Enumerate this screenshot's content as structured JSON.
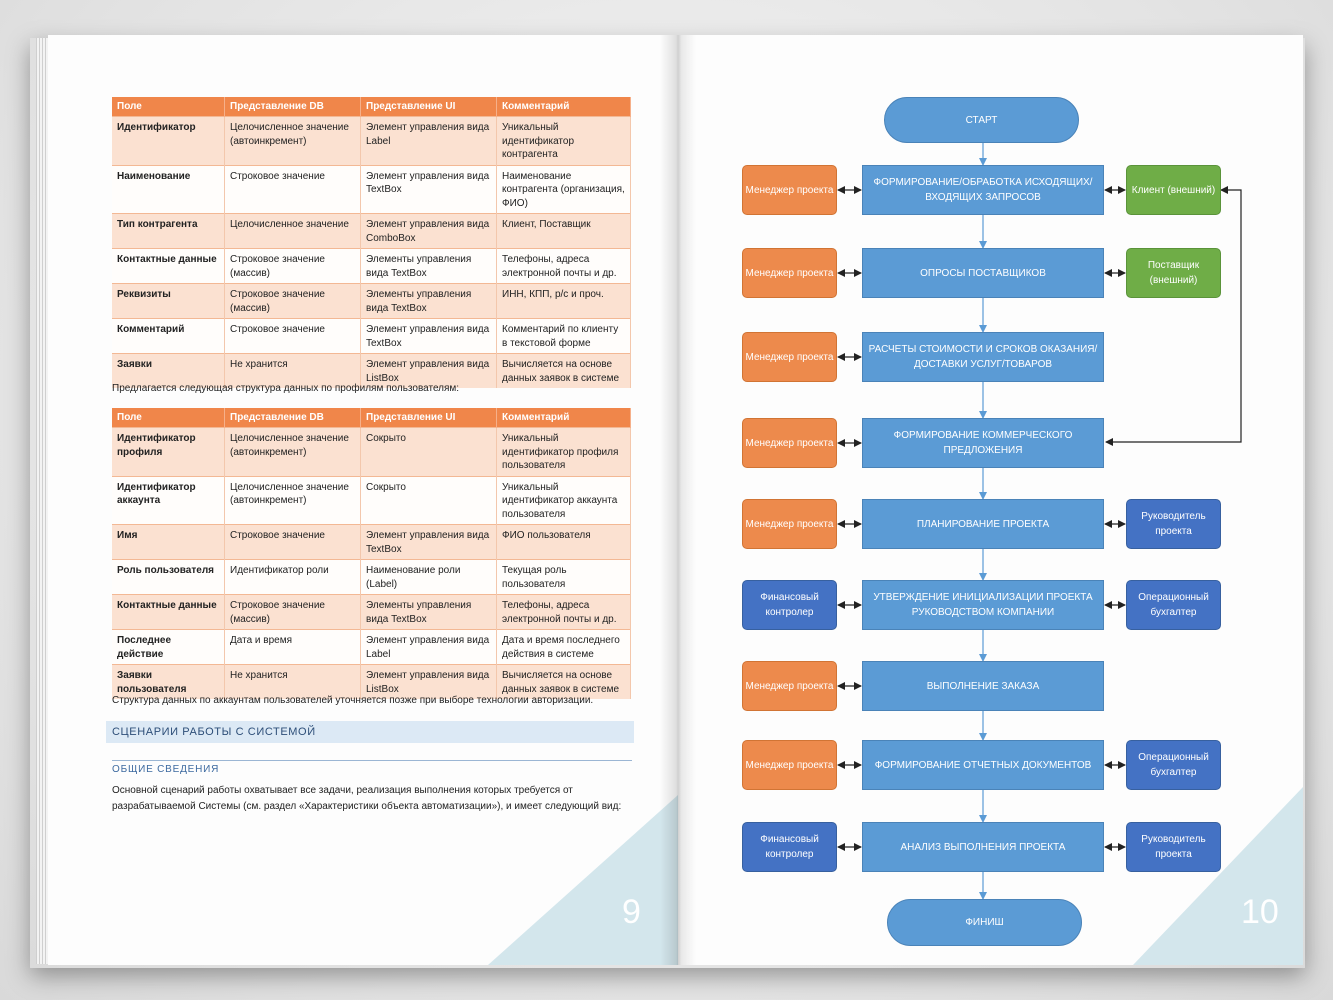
{
  "colors": {
    "orange": "#ed8a4c",
    "blue": "#5b9bd5",
    "dark_blue": "#4472c4",
    "green": "#6fad47",
    "table_header": "#f0864a"
  },
  "left_page": {
    "table1": {
      "headers": [
        "Поле",
        "Представление DB",
        "Представление UI",
        "Комментарий"
      ],
      "rows": [
        [
          "Идентификатор",
          "Целочисленное значение (автоинкремент)",
          "Элемент управления вида Label",
          "Уникальный идентификатор контрагента"
        ],
        [
          "Наименование",
          "Строковое значение",
          "Элемент управления вида TextBox",
          "Наименование контрагента (организация, ФИО)"
        ],
        [
          "Тип контрагента",
          "Целочисленное значение",
          "Элемент управления вида ComboBox",
          "Клиент, Поставщик"
        ],
        [
          "Контактные данные",
          "Строковое значение (массив)",
          "Элементы управления вида TextBox",
          "Телефоны, адреса электронной почты и др."
        ],
        [
          "Реквизиты",
          "Строковое значение (массив)",
          "Элементы управления вида TextBox",
          "ИНН, КПП, р/с и проч."
        ],
        [
          "Комментарий",
          "Строковое значение",
          "Элемент управления вида TextBox",
          "Комментарий по клиенту в текстовой форме"
        ],
        [
          "Заявки",
          "Не хранится",
          "Элемент управления вида ListBox",
          "Вычисляется на основе данных заявок в системе"
        ]
      ]
    },
    "para1": "Предлагается следующая структура данных по профилям пользователям:",
    "table2": {
      "headers": [
        "Поле",
        "Представление DB",
        "Представление UI",
        "Комментарий"
      ],
      "rows": [
        [
          "Идентификатор профиля",
          "Целочисленное значение (автоинкремент)",
          "Сокрыто",
          "Уникальный идентификатор профиля пользователя"
        ],
        [
          "Идентификатор аккаунта",
          "Целочисленное значение (автоинкремент)",
          "Сокрыто",
          "Уникальный идентификатор аккаунта пользователя"
        ],
        [
          "Имя",
          "Строковое значение",
          "Элемент управления вида TextBox",
          "ФИО пользователя"
        ],
        [
          "Роль пользователя",
          "Идентификатор роли",
          "Наименование роли (Label)",
          "Текущая роль пользователя"
        ],
        [
          "Контактные данные",
          "Строковое значение (массив)",
          "Элементы управления вида TextBox",
          "Телефоны, адреса электронной почты и др."
        ],
        [
          "Последнее действие",
          "Дата и время",
          "Элемент управления вида Label",
          "Дата и время последнего действия в системе"
        ],
        [
          "Заявки пользователя",
          "Не хранится",
          "Элемент управления вида ListBox",
          "Вычисляется на основе данных заявок в системе"
        ]
      ]
    },
    "para2": "Структура данных по аккаунтам пользователей уточняется позже при выборе технологии авторизации.",
    "section_heading": "СЦЕНАРИИ РАБОТЫ С СИСТЕМОЙ",
    "subheading": "ОБЩИЕ СВЕДЕНИЯ",
    "para3": "Основной сценарий работы охватывает все задачи, реализация выполнения которых требуется от разрабатываемой Системы (см. раздел «Характеристики объекта автоматизации»), и имеет следующий вид:",
    "page_number": "9"
  },
  "right_page": {
    "start": "СТАРТ",
    "finish": "ФИНИШ",
    "steps": [
      "ФОРМИРОВАНИЕ/ОБРАБОТКА ИСХОДЯЩИХ/ВХОДЯЩИХ ЗАПРОСОВ",
      "ОПРОСЫ ПОСТАВЩИКОВ",
      "РАСЧЕТЫ СТОИМОСТИ И СРОКОВ ОКАЗАНИЯ/ДОСТАВКИ УСЛУГ/ТОВАРОВ",
      "ФОРМИРОВАНИЕ КОММЕРЧЕСКОГО ПРЕДЛОЖЕНИЯ",
      "ПЛАНИРОВАНИЕ ПРОЕКТА",
      "УТВЕРЖДЕНИЕ ИНИЦИАЛИЗАЦИИ ПРОЕКТА РУКОВОДСТВОМ КОМПАНИИ",
      "ВЫПОЛНЕНИЕ ЗАКАЗА",
      "ФОРМИРОВАНИЕ ОТЧЕТНЫХ ДОКУМЕНТОВ",
      "АНАЛИЗ ВЫПОЛНЕНИЯ ПРОЕКТА"
    ],
    "left_actors": [
      "Менеджер проекта",
      "Менеджер проекта",
      "Менеджер проекта",
      "Менеджер проекта",
      "Менеджер проекта",
      "Финансовый контролер",
      "Менеджер проекта",
      "Менеджер проекта",
      "Финансовый контролер"
    ],
    "right_actors": {
      "r0": "Клиент (внешний)",
      "r1": "Поставщик (внешний)",
      "r4": "Руководитель проекта",
      "r5": "Операционный бухгалтер",
      "r7": "Операционный бухгалтер",
      "r8": "Руководитель проекта"
    },
    "page_number": "10"
  }
}
